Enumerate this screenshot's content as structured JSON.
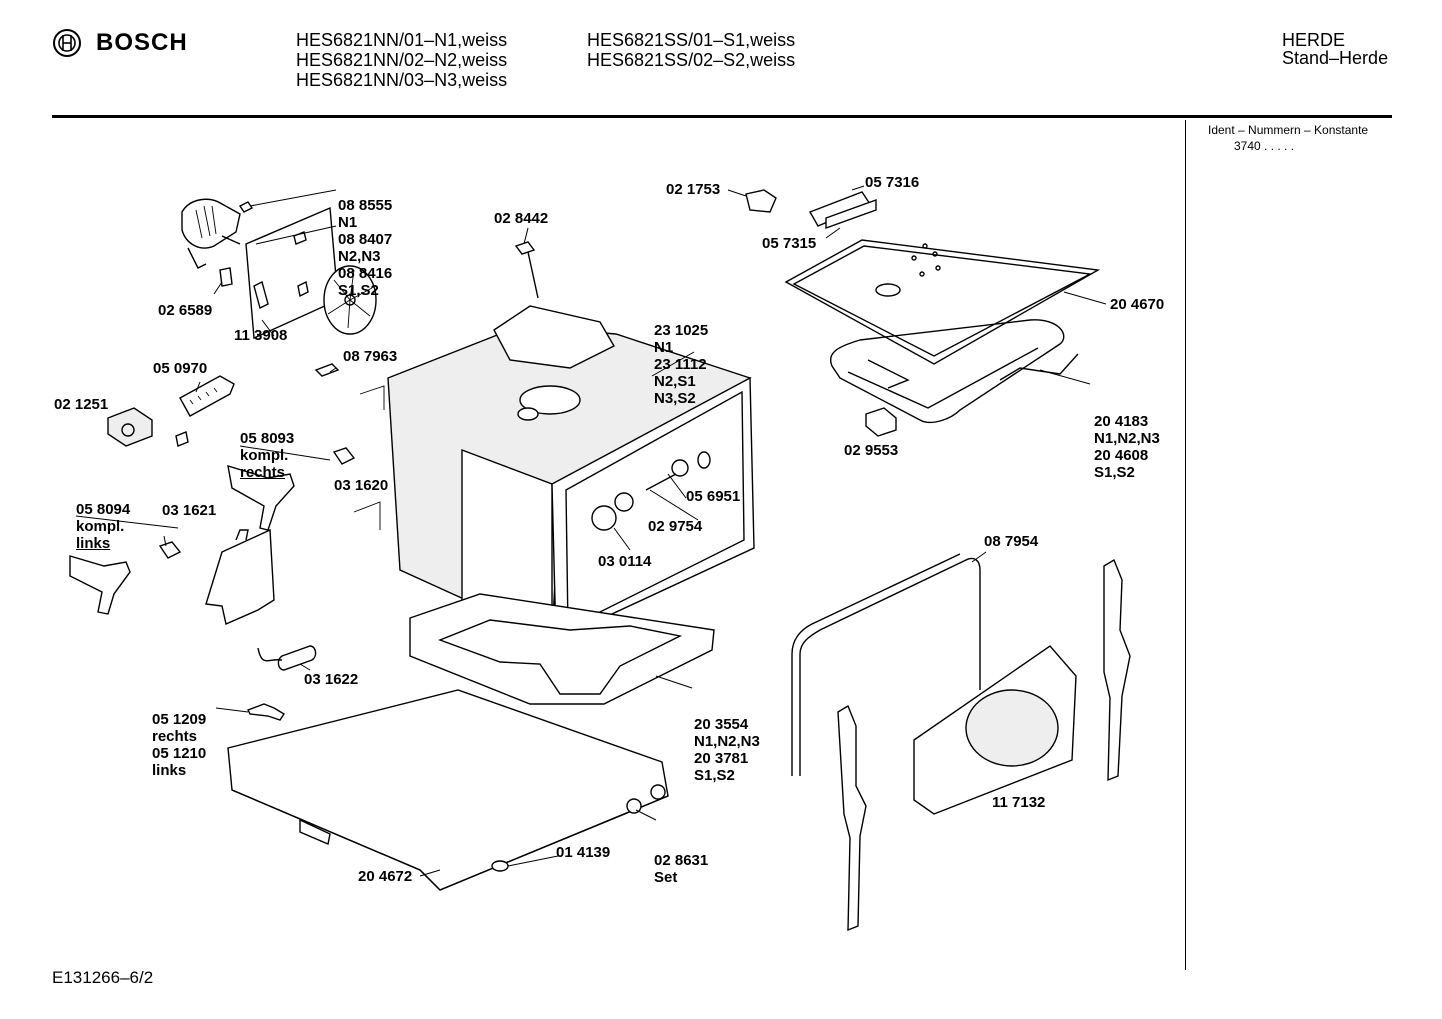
{
  "brand": "BOSCH",
  "models_left": [
    "HES6821NN/01–N1,weiss",
    "HES6821NN/02–N2,weiss",
    "HES6821NN/03–N3,weiss"
  ],
  "models_right": [
    "HES6821SS/01–S1,weiss",
    "HES6821SS/02–S2,weiss"
  ],
  "category": [
    "HERDE",
    "Stand–Herde"
  ],
  "ident": {
    "label": "Ident – Nummern – Konstante",
    "value": "3740 .  .  .  .  ."
  },
  "footer": "E131266–6/2",
  "parts": {
    "p088555": [
      "08 8555",
      "N1",
      "08 8407",
      "N2,N3",
      "08 8416",
      "S1,S2"
    ],
    "p028442": "02 8442",
    "p021753": "02 1753",
    "p057316": "05 7316",
    "p057315": "05 7315",
    "p026589": "02 6589",
    "p113908": "11 3908",
    "p231025": [
      "23 1025",
      "N1",
      "23 1112",
      "N2,S1",
      "N3,S2"
    ],
    "p204670": "20 4670",
    "p050970": "05 0970",
    "p087963": "08 7963",
    "p021251": "02 1251",
    "p058093": [
      "05 8093",
      "kompl.",
      "rechts"
    ],
    "p204183": [
      "20 4183",
      "N1,N2,N3",
      "20 4608",
      "S1,S2"
    ],
    "p029553": "02 9553",
    "p031620": "03 1620",
    "p056951": "05 6951",
    "p058094": [
      "05 8094",
      "kompl.",
      "links"
    ],
    "p031621": "03 1621",
    "p029754": "02 9754",
    "p030114": "03 0114",
    "p087954": "08 7954",
    "p031622": "03 1622",
    "p051209": [
      "05 1209",
      "rechts",
      "05 1210",
      "links"
    ],
    "p203554": [
      "20 3554",
      "N1,N2,N3",
      "20 3781",
      "S1,S2"
    ],
    "p117132": "11 7132",
    "p028631": [
      "02 8631",
      "Set"
    ],
    "p014139": "01 4139",
    "p204672": "20 4672"
  }
}
